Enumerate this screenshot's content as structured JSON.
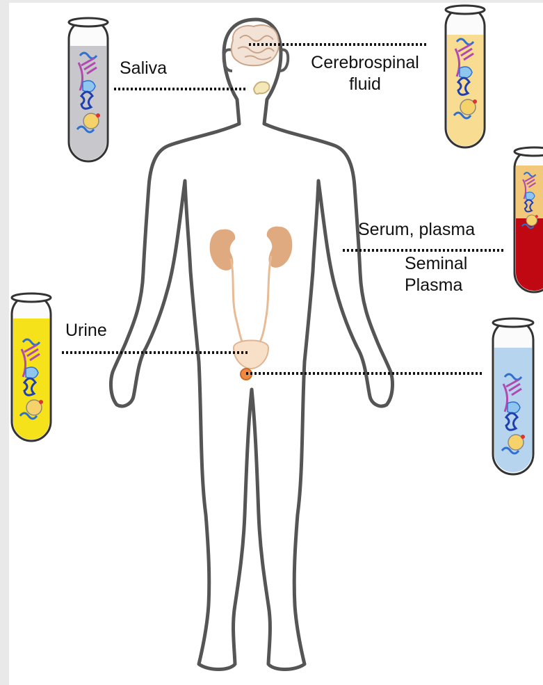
{
  "labels": {
    "saliva": "Saliva",
    "csf_line1": "Cerebrospinal",
    "csf_line2": "fluid",
    "serum": "Serum, plasma",
    "urine": "Urine",
    "seminal_line1": "Seminal",
    "seminal_line2": "Plasma"
  },
  "tubes": [
    {
      "name": "saliva",
      "color": "#c8c8cc"
    },
    {
      "name": "cerebrospinal-fluid",
      "color": "#f7dc92"
    },
    {
      "name": "serum-plasma",
      "color": "#c00812"
    },
    {
      "name": "urine",
      "color": "#f5e21a"
    },
    {
      "name": "seminal-plasma",
      "color": "#b7d4ef"
    }
  ],
  "colors": {
    "body_outline": "#555555",
    "organs": "#e0aa80",
    "dotted_line": "#111111"
  }
}
